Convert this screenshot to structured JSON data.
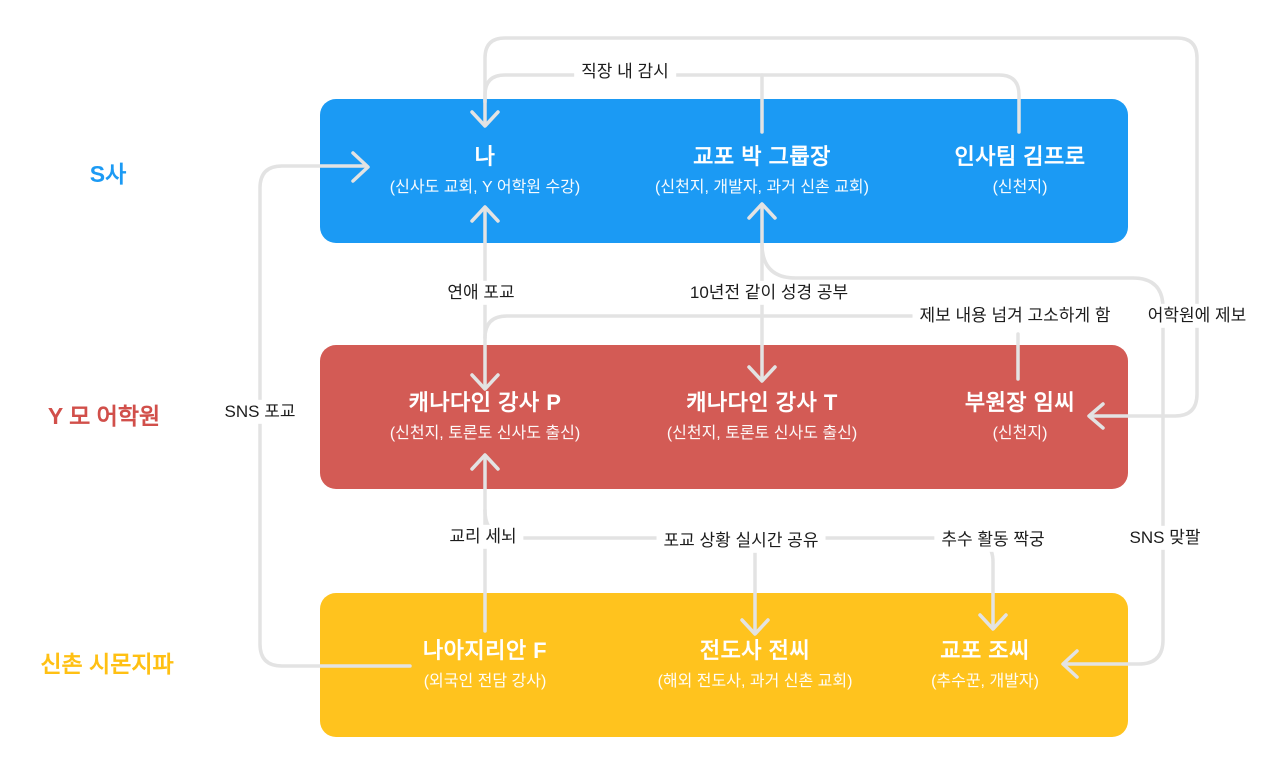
{
  "diagram": {
    "groups": [
      {
        "label": "S사",
        "people": [
          {
            "name": "나",
            "desc": "(신사도 교회, Y 어학원 수강)"
          },
          {
            "name": "교포 박 그룹장",
            "desc": "(신천지, 개발자, 과거 신촌 교회)"
          },
          {
            "name": "인사팀 김프로",
            "desc": "(신천지)"
          }
        ]
      },
      {
        "label": "Y 모 어학원",
        "people": [
          {
            "name": "캐나다인 강사 P",
            "desc": "(신천지, 토론토 신사도 출신)"
          },
          {
            "name": "캐나다인 강사 T",
            "desc": "(신천지, 토론토 신사도 출신)"
          },
          {
            "name": "부원장 임씨",
            "desc": "(신천지)"
          }
        ]
      },
      {
        "label": "신촌 시몬지파",
        "people": [
          {
            "name": "나아지리안 F",
            "desc": "(외국인 전담 강사)"
          },
          {
            "name": "전도사 전씨",
            "desc": "(해외 전도사, 과거 신촌 교회)"
          },
          {
            "name": "교포 조씨",
            "desc": "(추수꾼, 개발자)"
          }
        ]
      }
    ],
    "edges": {
      "workplace_surveillance": "직장 내 감시",
      "report_to_academy": "어학원에 제보",
      "passed_report_to_sue": "제보 내용 넘겨 고소하게 함",
      "dating_recruit": "연애 포교",
      "bible_study_10yr": "10년전 같이 성경 공부",
      "sns_recruit": "SNS 포교",
      "doctrine_brainwash": "교리 세뇌",
      "realtime_share": "포교 상황 실시간 공유",
      "harvest_partner": "추수 활동 짝궁",
      "sns_mutual_follow": "SNS 맞팔"
    },
    "colors": {
      "company_band": "#1B9AF4",
      "academy_band": "#D35B55",
      "sect_band": "#FFC31E",
      "connector": "#E3E3E3",
      "label_text": "#1C1C1C",
      "band_text": "#FFFFFF",
      "background": "#FFFFFF"
    }
  }
}
